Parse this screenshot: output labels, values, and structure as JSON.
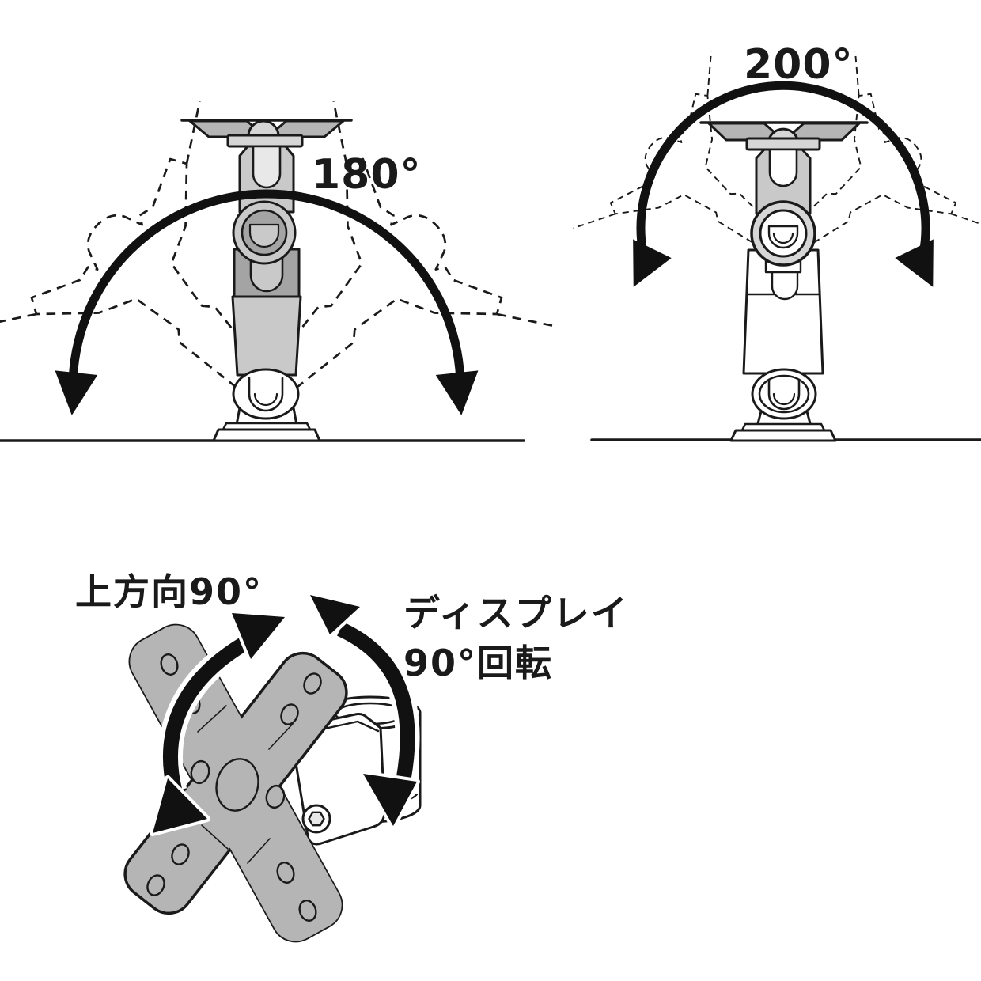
{
  "labels": {
    "swivel_range_left": "180°",
    "swivel_range_right": "200°",
    "tilt_up_label": "上方向90°",
    "display_rotation_label_line1": "ディスプレイ",
    "display_rotation_label_line2": "90°回転"
  },
  "colors": {
    "background": "#ffffff",
    "outline": "#1a1a1a",
    "arrow": "#111111",
    "gray_light": "#c9c9c9",
    "gray_lighter": "#d6d6d6",
    "gray_mid": "#b5b5b5",
    "gray_dark": "#a4a4a4",
    "slot_light": "#e8e8e8"
  }
}
